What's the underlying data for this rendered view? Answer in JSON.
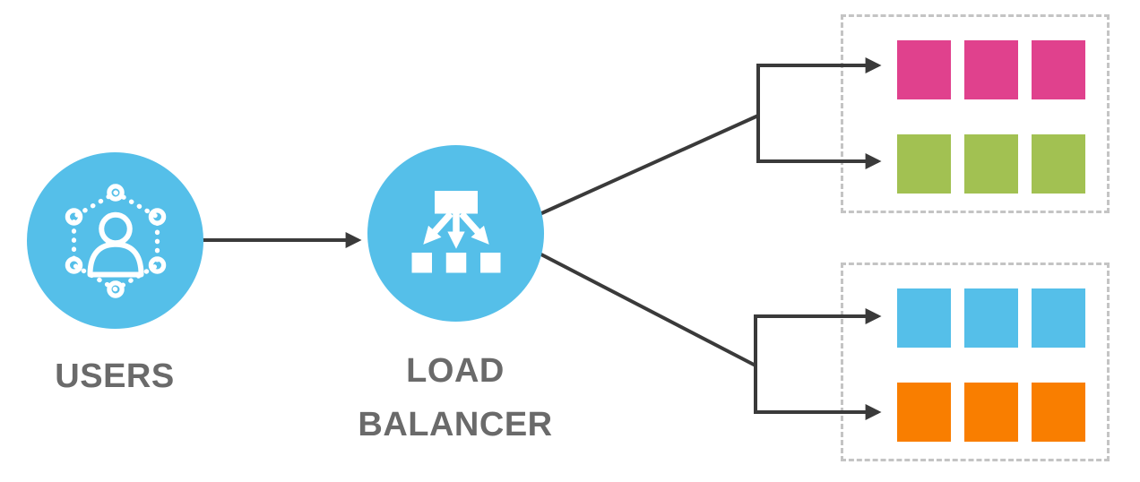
{
  "colors": {
    "node_fill": "#55bfe9",
    "connector": "#3a3a3a",
    "label_text": "#6a6a6a",
    "group_border": "#c4c4c4"
  },
  "nodes": {
    "users": {
      "label": "USERS",
      "icon": "user-network-icon",
      "fill": "#55bfe9"
    },
    "load_balancer": {
      "label_lines": [
        "LOAD",
        "BALANCER"
      ],
      "icon": "load-balancer-icon",
      "fill": "#55bfe9"
    }
  },
  "server_groups": [
    {
      "name": "server-group-1",
      "rows": [
        {
          "name": "pink-servers",
          "color": "#e0418d",
          "count": 3
        },
        {
          "name": "green-servers",
          "color": "#a2c152",
          "count": 3
        }
      ]
    },
    {
      "name": "server-group-2",
      "rows": [
        {
          "name": "blue-servers",
          "color": "#55bfe9",
          "count": 3
        },
        {
          "name": "orange-servers",
          "color": "#f97e00",
          "count": 3
        }
      ]
    }
  ],
  "connections": [
    {
      "from": "users",
      "to": "load_balancer"
    },
    {
      "from": "load_balancer",
      "to": "server-group-1.pink-servers"
    },
    {
      "from": "load_balancer",
      "to": "server-group-1.green-servers"
    },
    {
      "from": "load_balancer",
      "to": "server-group-2.blue-servers"
    },
    {
      "from": "load_balancer",
      "to": "server-group-2.orange-servers"
    }
  ]
}
